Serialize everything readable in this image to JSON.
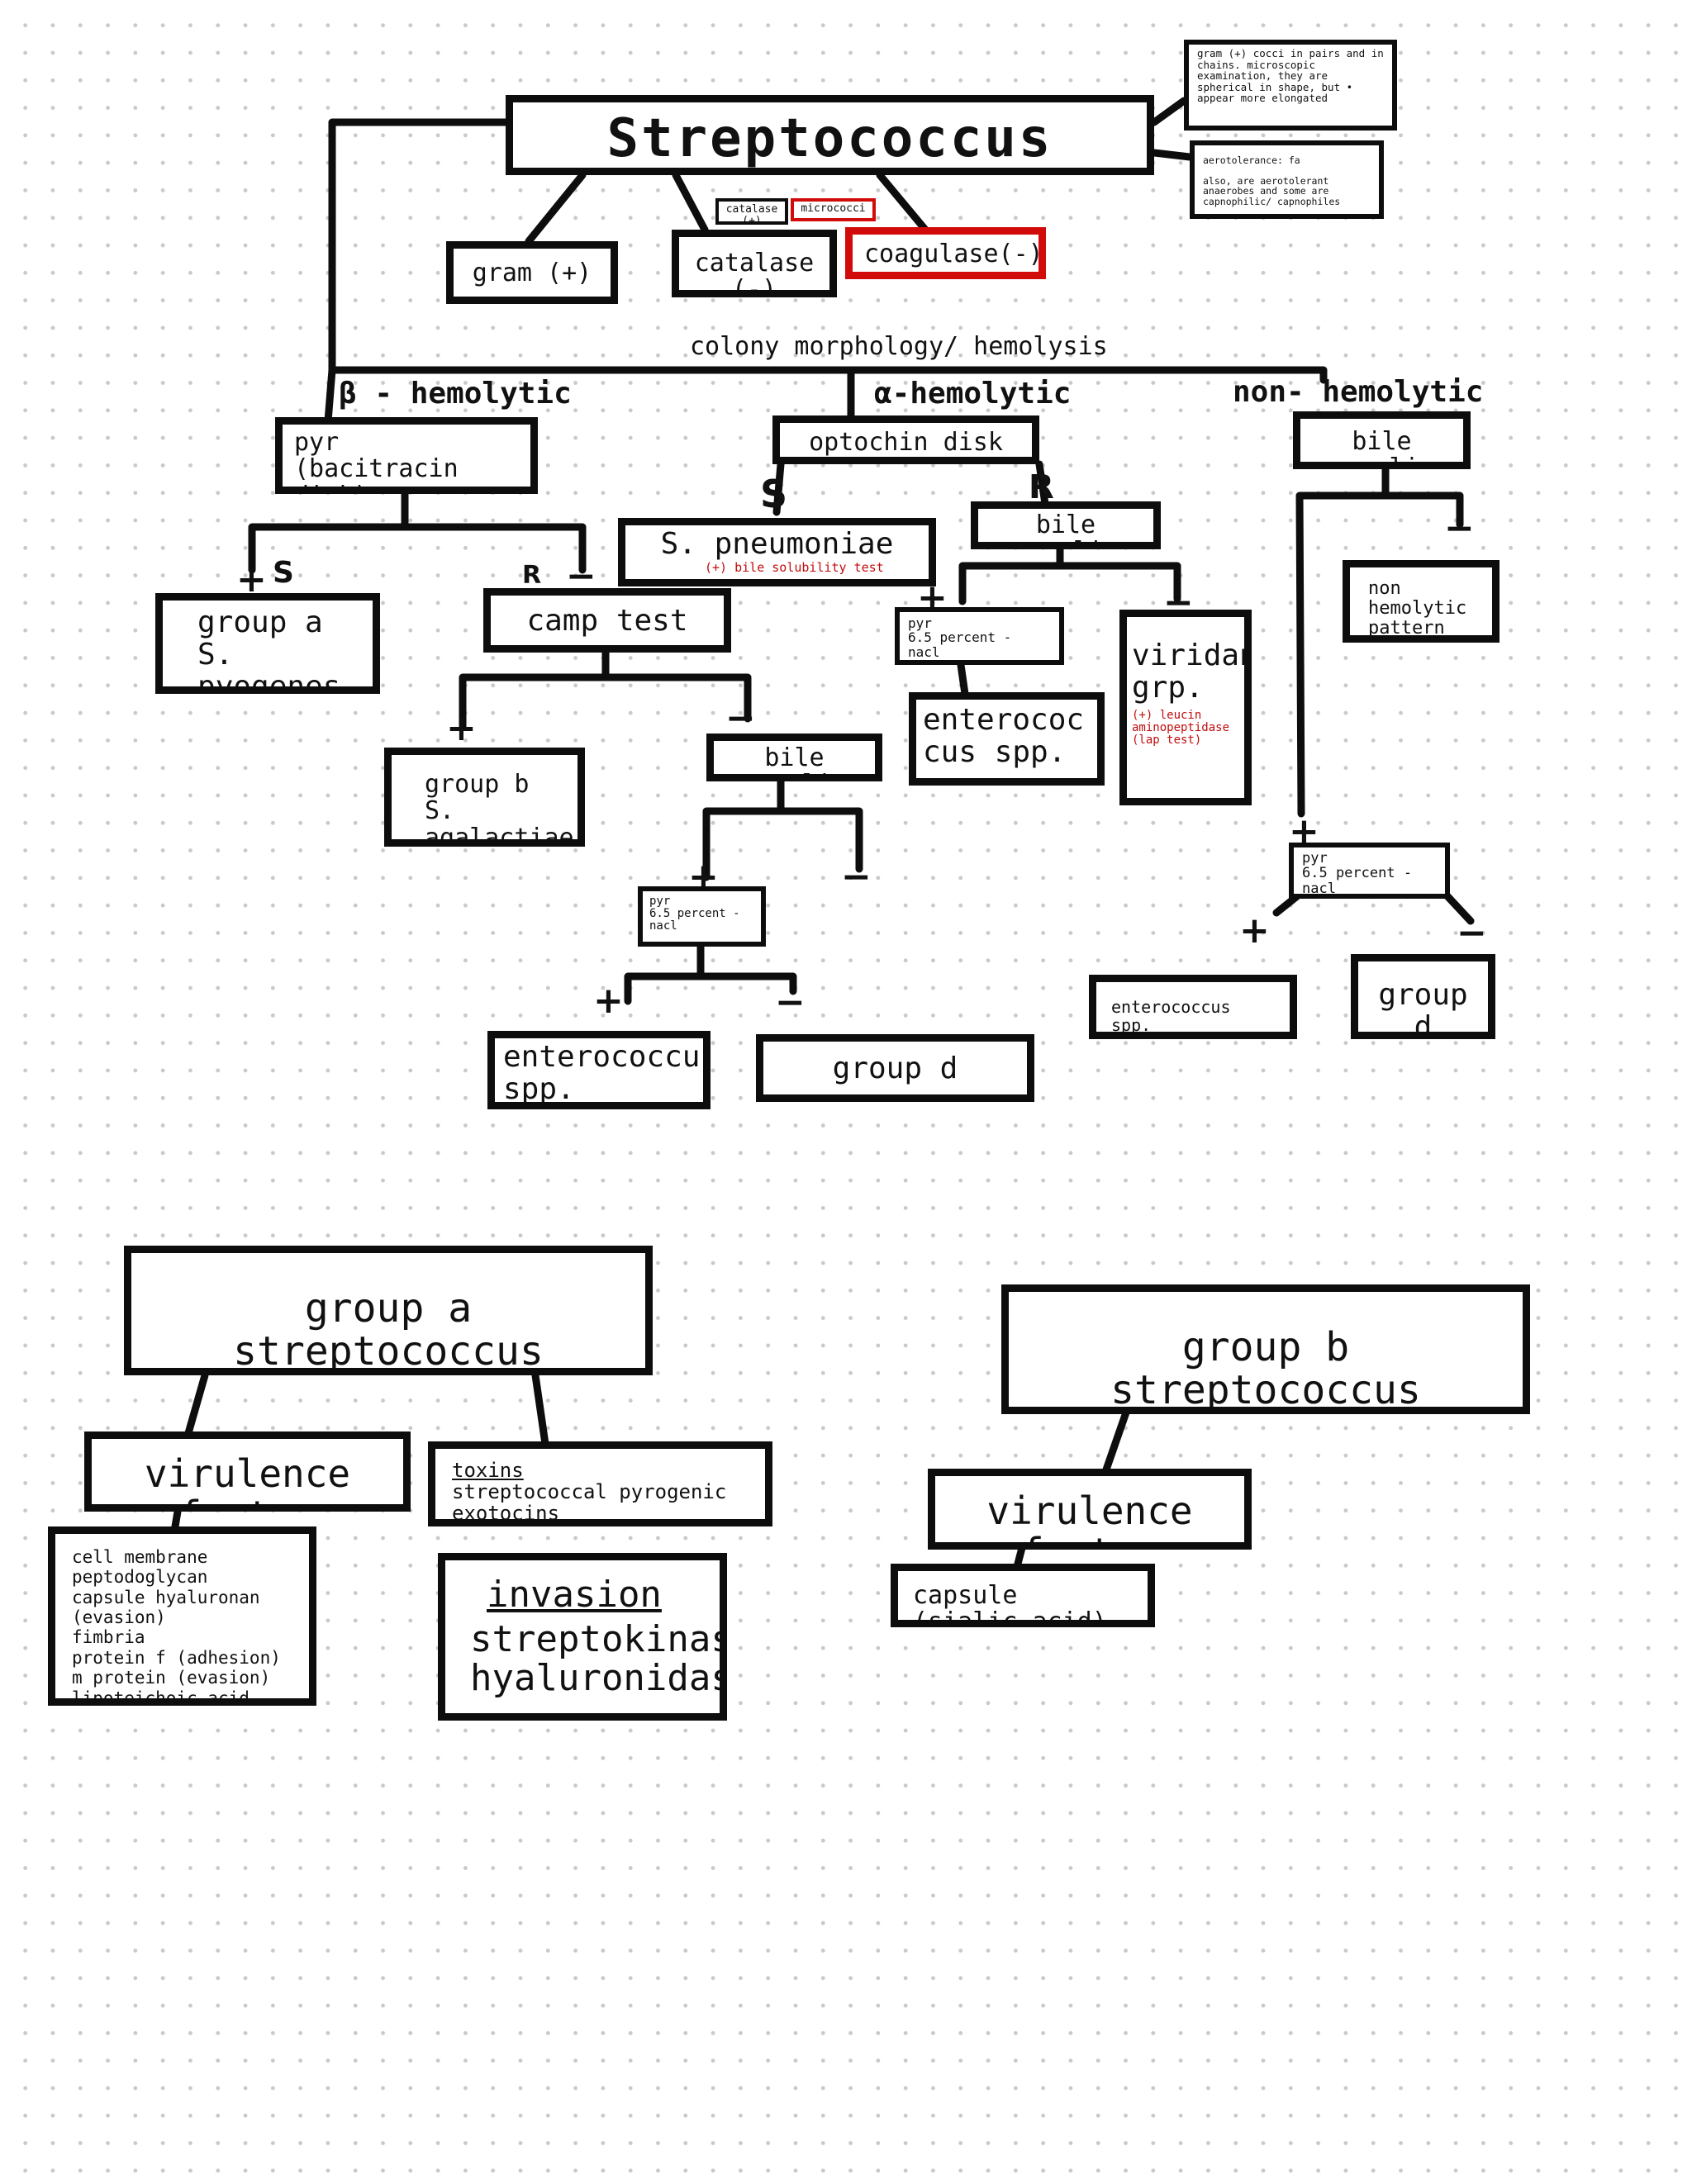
{
  "top": {
    "title": "Streptococcus",
    "note_cocci": "gram (+) cocci in pairs and in chains. microscopic examination, they are spherical in shape, but • appear more elongated",
    "note_aero": "aerotolerance: fa\n\nalso, are aerotolerant anaerobes and some are capnophilic/ capnophiles",
    "gram": "gram (+)",
    "catalase_neg": "catalase (-)",
    "catalase_pos": "catalase (+)",
    "micrococci": "micrococci",
    "coagulase": "coagulase(-)",
    "colony_heading": "colony morphology/ hemolysis"
  },
  "beta": {
    "label": "β - hemolytic",
    "pyr_box": "pyr\n(bacitracin disk)",
    "s_mark": "S",
    "r_mark": "R",
    "group_a": "group a\nS. pyogenes",
    "camp_test": "camp test",
    "group_b": "group b\nS. agalactiae",
    "bile_esculin": "bile esculin",
    "pyr_nacl": "pyr\n6.5 percent - nacl",
    "enterococcus": "enterococcus\nspp.",
    "group_d": "group d"
  },
  "alpha": {
    "label": "α-hemolytic",
    "optochin": "optochin disk",
    "s_mark": "S",
    "r_mark": "R",
    "s_pneumoniae": "S. pneumoniae",
    "bile_solubility": "(+) bile solubility test",
    "bile_esculin": "bile esculin",
    "pyr_nacl": "pyr\n6.5 percent - nacl",
    "enterococcus": "enterococ\ncus spp.",
    "viridans": "viridans\ngrp.",
    "lap": "(+) leucin aminopeptidase (lap test)"
  },
  "non": {
    "label": "non- hemolytic",
    "bile_esculin": "bile esculin",
    "non_pattern": "non hemolytic\npattern",
    "pyr_nacl": "pyr\n6.5 percent - nacl",
    "enterococcus": "enterococcus spp.",
    "group_d": "group d"
  },
  "signs": {
    "plus": "+",
    "minus": "−"
  },
  "gas": {
    "title": "group a streptococcus",
    "virulence": "virulence factor",
    "virulence_list": "cell membrane\npeptodoglycan\ncapsule hyaluronan (evasion)\nfimbria\nprotein f (adhesion)\nm protein (evasion)\nlipoteichoic acid (toxin)",
    "toxins_title": "toxins",
    "toxins_text": "streptococcal pyrogenic exotocins",
    "invasion_title": "invasion",
    "invasion_text": "streptokinase\nhyaluronidase"
  },
  "gbs": {
    "title": "group b streptococcus",
    "virulence": "virulence factor",
    "capsule": "capsule (sialic acid)"
  },
  "colors": {
    "ink": "#0d0d0d",
    "red": "#d10a0a",
    "dot": "#c9c9c9"
  }
}
